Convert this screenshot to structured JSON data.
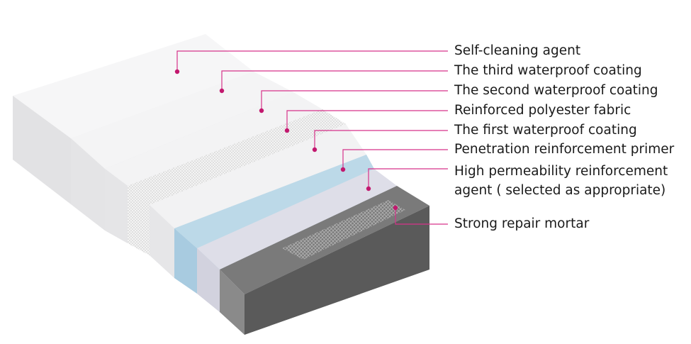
{
  "labels": [
    {
      "id": "self-cleaning-agent",
      "lines": [
        "Self-cleaning agent"
      ]
    },
    {
      "id": "third-waterproof-coating",
      "lines": [
        "The third waterproof coating"
      ]
    },
    {
      "id": "second-waterproof-coating",
      "lines": [
        "The second waterproof coating"
      ]
    },
    {
      "id": "reinforced-polyester-fabric",
      "lines": [
        "Reinforced polyester fabric"
      ]
    },
    {
      "id": "first-waterproof-coating",
      "lines": [
        "The first waterproof coating"
      ]
    },
    {
      "id": "penetration-reinforcement-primer",
      "lines": [
        "Penetration reinforcement primer"
      ]
    },
    {
      "id": "high-permeability-reinforcement-agent",
      "lines": [
        "High permeability reinforcement",
        "agent ( selected as appropriate)"
      ]
    },
    {
      "id": "strong-repair-mortar",
      "lines": [
        "Strong repair mortar"
      ]
    }
  ],
  "colors": {
    "leader_line": "#d6338a",
    "leader_dot": "#c2186e",
    "white_layer": "#f1f1f2",
    "primer_layer": "#b9d7e6",
    "agent_layer": "#d8d8e2",
    "mortar_layer": "#6b6b6b"
  }
}
